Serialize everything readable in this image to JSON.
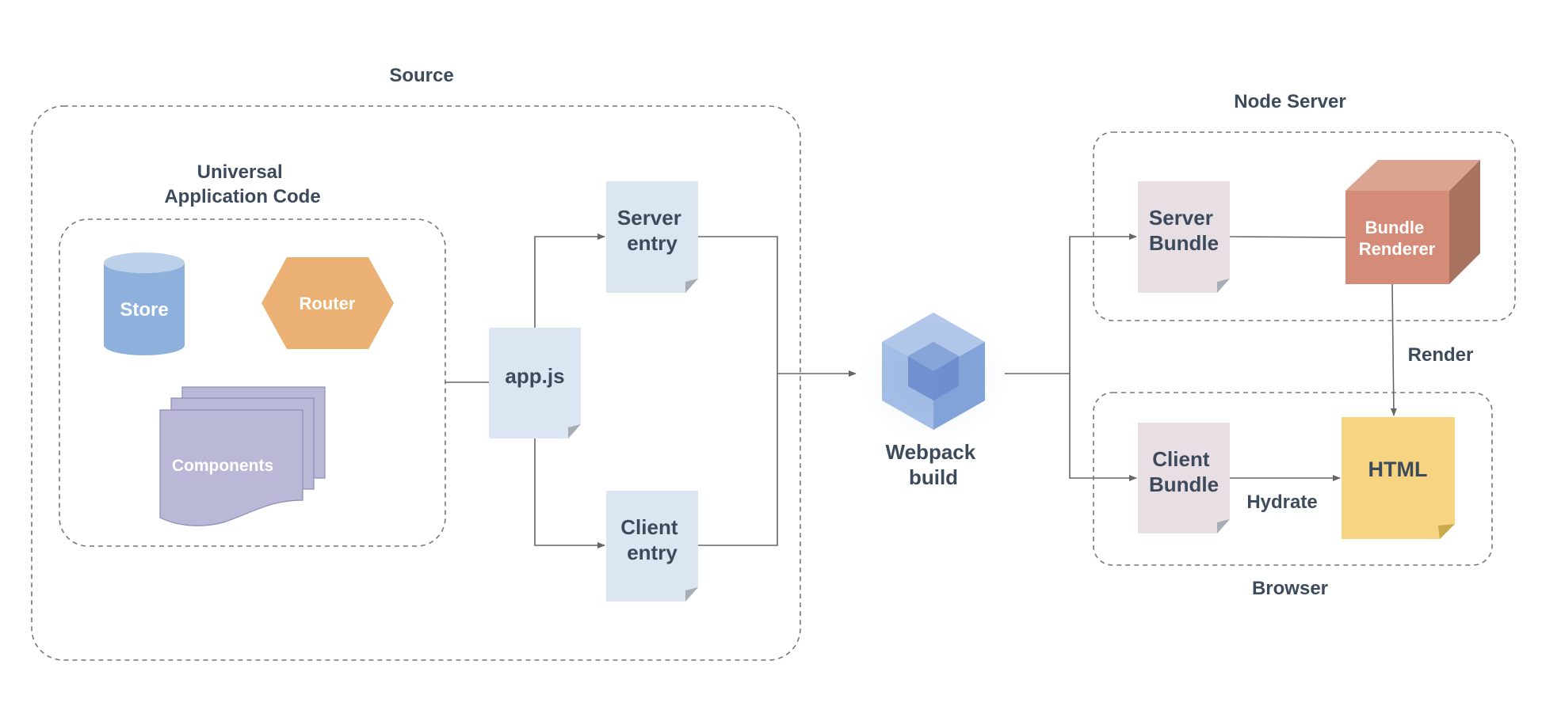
{
  "groups": {
    "source": "Source",
    "universal_code_line1": "Universal",
    "universal_code_line2": "Application Code",
    "node_server": "Node Server",
    "browser": "Browser"
  },
  "nodes": {
    "store": "Store",
    "router": "Router",
    "components": "Components",
    "app_js": "app.js",
    "server_entry_line1": "Server",
    "server_entry_line2": "entry",
    "client_entry_line1": "Client",
    "client_entry_line2": "entry",
    "webpack_line1": "Webpack",
    "webpack_line2": "build",
    "server_bundle_line1": "Server",
    "server_bundle_line2": "Bundle",
    "bundle_renderer_line1": "Bundle",
    "bundle_renderer_line2": "Renderer",
    "client_bundle_line1": "Client",
    "client_bundle_line2": "Bundle",
    "html": "HTML"
  },
  "edges": {
    "render": "Render",
    "hydrate": "Hydrate"
  },
  "icons": {
    "store": "database-cylinder-icon",
    "router": "hexagon-icon",
    "components": "stacked-documents-icon",
    "webpack": "webpack-cube-icon",
    "bundle_renderer": "cube-icon",
    "file": "document-icon"
  },
  "colors": {
    "text": "#3c4a5b",
    "store": "#8eb0dc",
    "router": "#ebb073",
    "components": "#b9b8d6",
    "source_file": "#dce5f2",
    "bundle_file": "#e8dfe4",
    "bundle_renderer": "#d48b78",
    "html": "#f6d482",
    "webpack": "#8eaee0"
  }
}
